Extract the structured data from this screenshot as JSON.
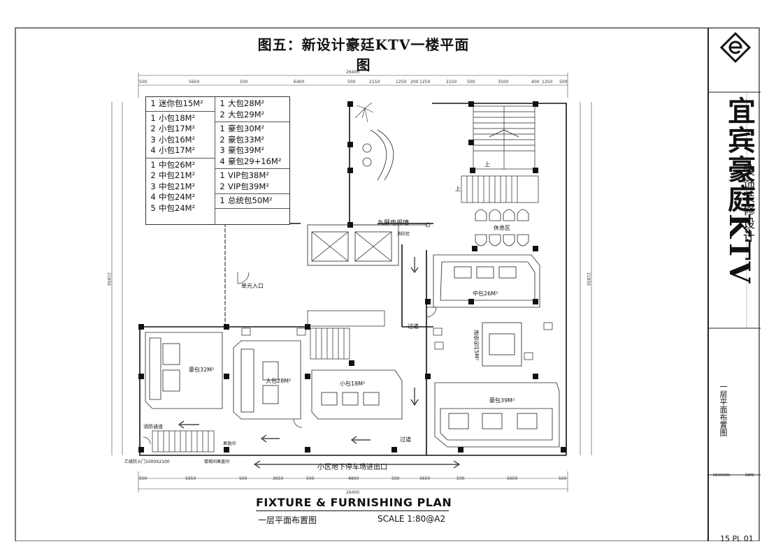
{
  "drawing": {
    "title": "图五：新设计豪廷KTV一楼平面图",
    "legend": {
      "left_groups": [
        [
          {
            "n": "1",
            "t": "迷你包15M²"
          }
        ],
        [
          {
            "n": "1",
            "t": "小包18M²"
          },
          {
            "n": "2",
            "t": "小包17M²"
          },
          {
            "n": "3",
            "t": "小包16M²"
          },
          {
            "n": "4",
            "t": "小包17M²"
          }
        ],
        [
          {
            "n": "1",
            "t": "中包26M²"
          },
          {
            "n": "2",
            "t": "中包21M²"
          },
          {
            "n": "3",
            "t": "中包21M²"
          },
          {
            "n": "4",
            "t": "中包24M²"
          },
          {
            "n": "5",
            "t": "中包24M²"
          }
        ]
      ],
      "right_groups": [
        [
          {
            "n": "1",
            "t": "大包28M²"
          },
          {
            "n": "2",
            "t": "大包29M²"
          }
        ],
        [
          {
            "n": "1",
            "t": "豪包30M²"
          },
          {
            "n": "2",
            "t": "豪包33M²"
          },
          {
            "n": "3",
            "t": "豪包39M²"
          },
          {
            "n": "4",
            "t": "豪包29+16M²"
          }
        ],
        [
          {
            "n": "1",
            "t": "VIP包38M²"
          },
          {
            "n": "2",
            "t": "VIP包39M²"
          }
        ],
        [
          {
            "n": "1",
            "t": "总统包50M²"
          }
        ]
      ]
    },
    "dimensions": {
      "top_total": "26400",
      "top_segments": [
        "500",
        "5650",
        "500",
        "6400",
        "500",
        "2150",
        "1250",
        "200",
        "1250",
        "2150",
        "500",
        "3500",
        "400",
        "1250",
        "500"
      ],
      "bottom_total": "26400",
      "bottom_segments": [
        "500",
        "5650",
        "500",
        "3650",
        "500",
        "4800",
        "500",
        "3650",
        "500",
        "5650",
        "500"
      ],
      "left_total": "21850",
      "right_total": "21850"
    },
    "room_labels": {
      "tv_wall": "九屏电视墙",
      "hydrant": "消防栓",
      "lounge": "休息区",
      "entrance": "单元入口",
      "mid_room": "中包26M²",
      "mini_room": "迷你包15M²",
      "deluxe_32": "豪包32M²",
      "big_28": "大包28M²",
      "small_18": "小包18M²",
      "deluxe_39": "豪包39M²",
      "corridor_1": "过道",
      "corridor_2": "过道",
      "fire_passage": "消防通道",
      "fruit_room": "果盘间",
      "stair_fruit": "楼梯间果盘间",
      "fire_door": "乙级防火门1000X2100",
      "parking": "小区地下停车场进出口",
      "up_1": "上",
      "up_2": "上"
    },
    "footer": {
      "fixture": "FIXTURE & FURNISHING PLAN",
      "plan_cn": "一层平面布置图",
      "scale": "SCALE 1:80@A2"
    }
  },
  "title_block": {
    "brand_main": "宜宾豪庭KTV",
    "brand_sub": "装饰装修设计",
    "drawing_name": "一层平面布置图",
    "revision": "REVISION",
    "date": "DATE",
    "sheet_no": "15 PL 01"
  }
}
